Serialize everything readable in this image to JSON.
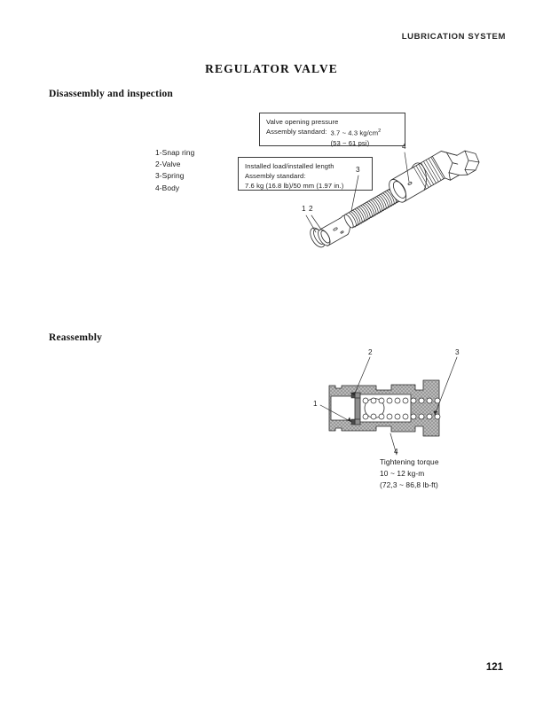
{
  "header": {
    "running_title": "LUBRICATION SYSTEM"
  },
  "title": "REGULATOR VALVE",
  "sections": {
    "disassembly": {
      "heading": "Disassembly and inspection",
      "parts_legend": [
        "1-Snap ring",
        "2-Valve",
        "3-Spring",
        "4-Body"
      ],
      "callouts": {
        "one": "1",
        "two": "2",
        "three": "3",
        "four": "4"
      },
      "spec_pressure": {
        "title": "Valve opening pressure",
        "label": "Assembly standard:",
        "value_metric": "3.7 ~ 4.3 kg/cm",
        "value_metric_sup": "2",
        "value_imperial": "(53 ~ 61 psi)"
      },
      "spec_load": {
        "title": "Installed load/installed length",
        "label": "Assembly standard:",
        "value": "7.6 kg (16.8 lb)/50 mm (1.97 in.)"
      }
    },
    "reassembly": {
      "heading": "Reassembly",
      "callouts": {
        "one": "1",
        "two": "2",
        "three": "3",
        "four": "4"
      },
      "torque_note": [
        "Tightening torque",
        "10 ~ 12 kg-m",
        "(72,3 ~ 86,8 lb-ft)"
      ]
    }
  },
  "page_number": "121",
  "colors": {
    "ink": "#1a1a1a",
    "line": "#3a3a3a",
    "section_fill": "#a8a8a8",
    "paper": "#ffffff"
  }
}
